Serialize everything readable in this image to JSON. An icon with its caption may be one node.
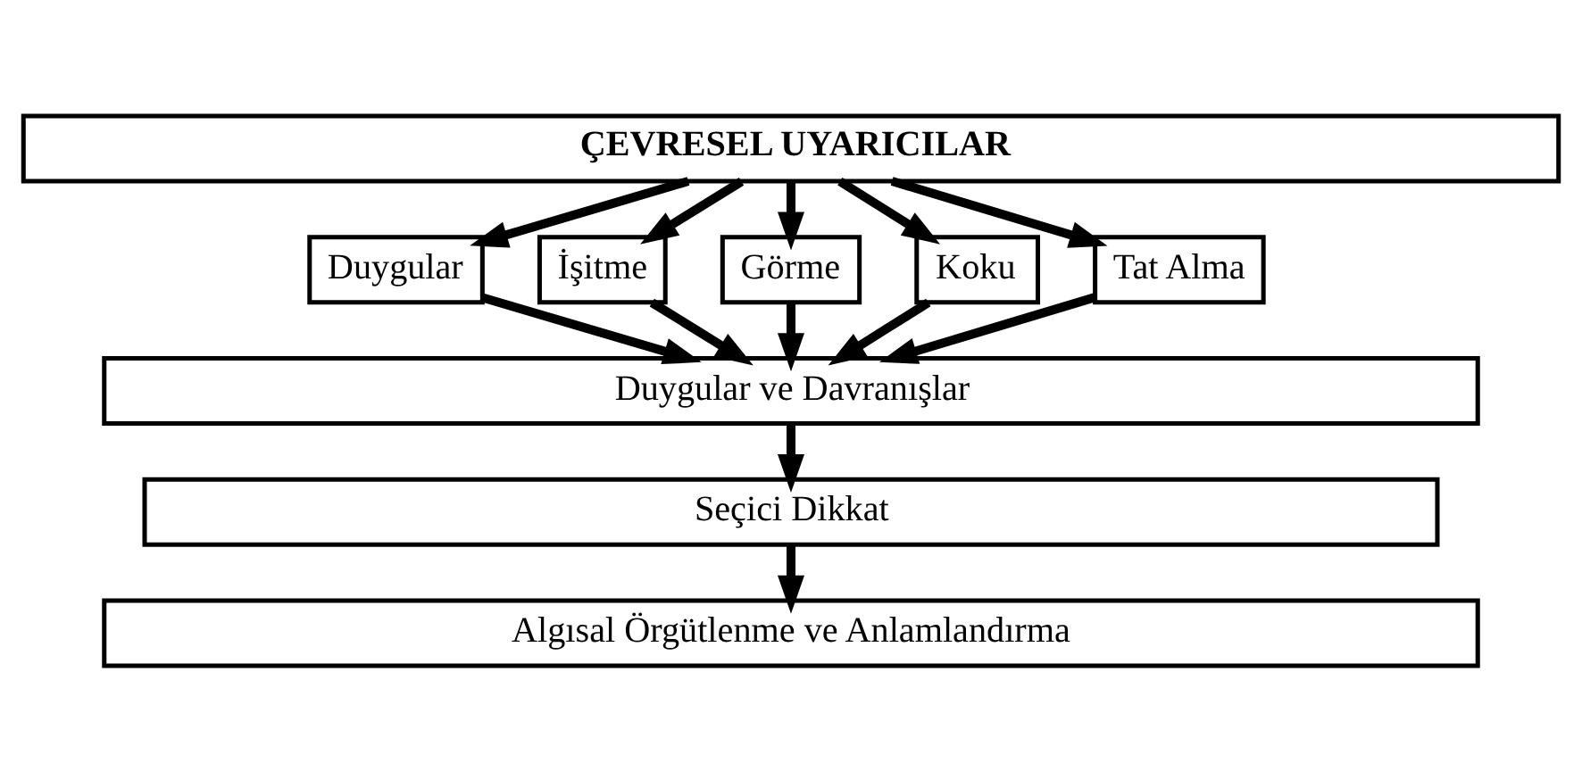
{
  "diagram": {
    "nodes": [
      {
        "text": [
          "ÇEVRESEL UYARICILAR"
        ]
      },
      {
        "text": [
          "Duygular"
        ]
      },
      {
        "text": [
          "İşitme"
        ]
      },
      {
        "text": [
          "Görme"
        ]
      },
      {
        "text": [
          "Koku"
        ]
      },
      {
        "text": [
          "Tat Alma"
        ]
      },
      {
        "text": [
          "Duygular ve Davranışlar"
        ]
      },
      {
        "text": [
          "Seçici Dikkat"
        ]
      },
      {
        "text": [
          "Algısal Örgütlenme ve Anlamlandırma"
        ]
      }
    ],
    "edges": [
      {
        "from": 0,
        "to": 1,
        "arrow": "to"
      },
      {
        "from": 0,
        "to": 2,
        "arrow": "to"
      },
      {
        "from": 0,
        "to": 3,
        "arrow": "to"
      },
      {
        "from": 0,
        "to": 4,
        "arrow": "to"
      },
      {
        "from": 0,
        "to": 5,
        "arrow": "to"
      },
      {
        "from": 1,
        "to": 6,
        "arrow": "to"
      },
      {
        "from": 2,
        "to": 6,
        "arrow": "to"
      },
      {
        "from": 3,
        "to": 6,
        "arrow": "to"
      },
      {
        "from": 4,
        "to": 6,
        "arrow": "to"
      },
      {
        "from": 5,
        "to": 6,
        "arrow": "to"
      },
      {
        "from": 6,
        "to": 7,
        "arrow": "to"
      },
      {
        "from": 7,
        "to": 8,
        "arrow": "to"
      }
    ]
  }
}
